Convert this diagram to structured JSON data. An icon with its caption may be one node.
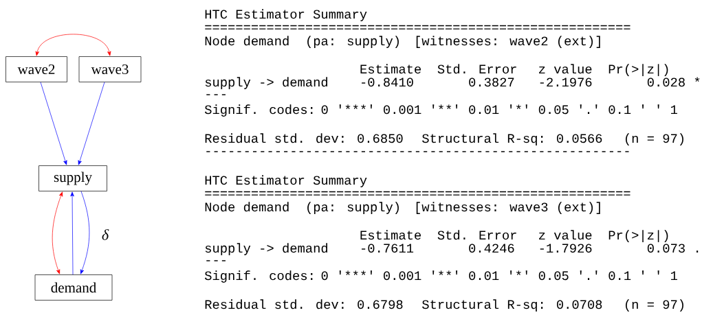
{
  "diagram": {
    "nodes": [
      {
        "text": [
          "wave2"
        ]
      },
      {
        "text": [
          "wave3"
        ]
      },
      {
        "text": [
          "supply"
        ]
      },
      {
        "text": [
          "demand"
        ]
      }
    ],
    "edges": [
      {
        "from": 0,
        "to": 1,
        "arrow": "both",
        "color": "#ff0000"
      },
      {
        "from": 0,
        "to": 2,
        "arrow": "to"
      },
      {
        "from": 1,
        "to": 2,
        "arrow": "to"
      },
      {
        "from": 2,
        "to": 3,
        "arrow": "both",
        "color": "#ff0000"
      },
      {
        "from": 3,
        "to": 2,
        "arrow": "to"
      },
      {
        "from": 2,
        "to": 3,
        "arrow": "to",
        "label": "δ"
      }
    ],
    "labels": [
      "HTC Estimator Summary",
      "=======================================================",
      "Node demand",
      "(pa: supply)",
      "[witnesses: wave2 (ext)]",
      "Estimate",
      "Std. Error",
      "z value",
      "Pr(>|z|)",
      "supply -> demand",
      "-0.8410",
      "0.3827",
      "-2.1976",
      "0.028",
      "*",
      "---",
      "Signif. codes:",
      "0",
      "'***'",
      "0.001",
      "'**'",
      "0.01",
      "'*'",
      "0.05",
      "'.'",
      "0.1",
      "' '",
      "1",
      "Residual std. dev: 0.6850",
      "Structural R-sq: 0.0566",
      "(n = 97)",
      "-------------------------------------------------------",
      "HTC Estimator Summary",
      "=======================================================",
      "Node demand",
      "(pa: supply)",
      "[witnesses: wave3 (ext)]",
      "Estimate",
      "Std. Error",
      "z value",
      "Pr(>|z|)",
      "supply -> demand",
      "-0.7611",
      "0.4246",
      "-1.7926",
      "0.073",
      ".",
      "---",
      "Signif. codes:",
      "0",
      "'***'",
      "0.001",
      "'**'",
      "0.01",
      "'*'",
      "0.05",
      "'.'",
      "0.1",
      "' '",
      "1",
      "Residual std. dev: 0.6798",
      "Structural R-sq: 0.0708",
      "(n = 97)"
    ]
  }
}
